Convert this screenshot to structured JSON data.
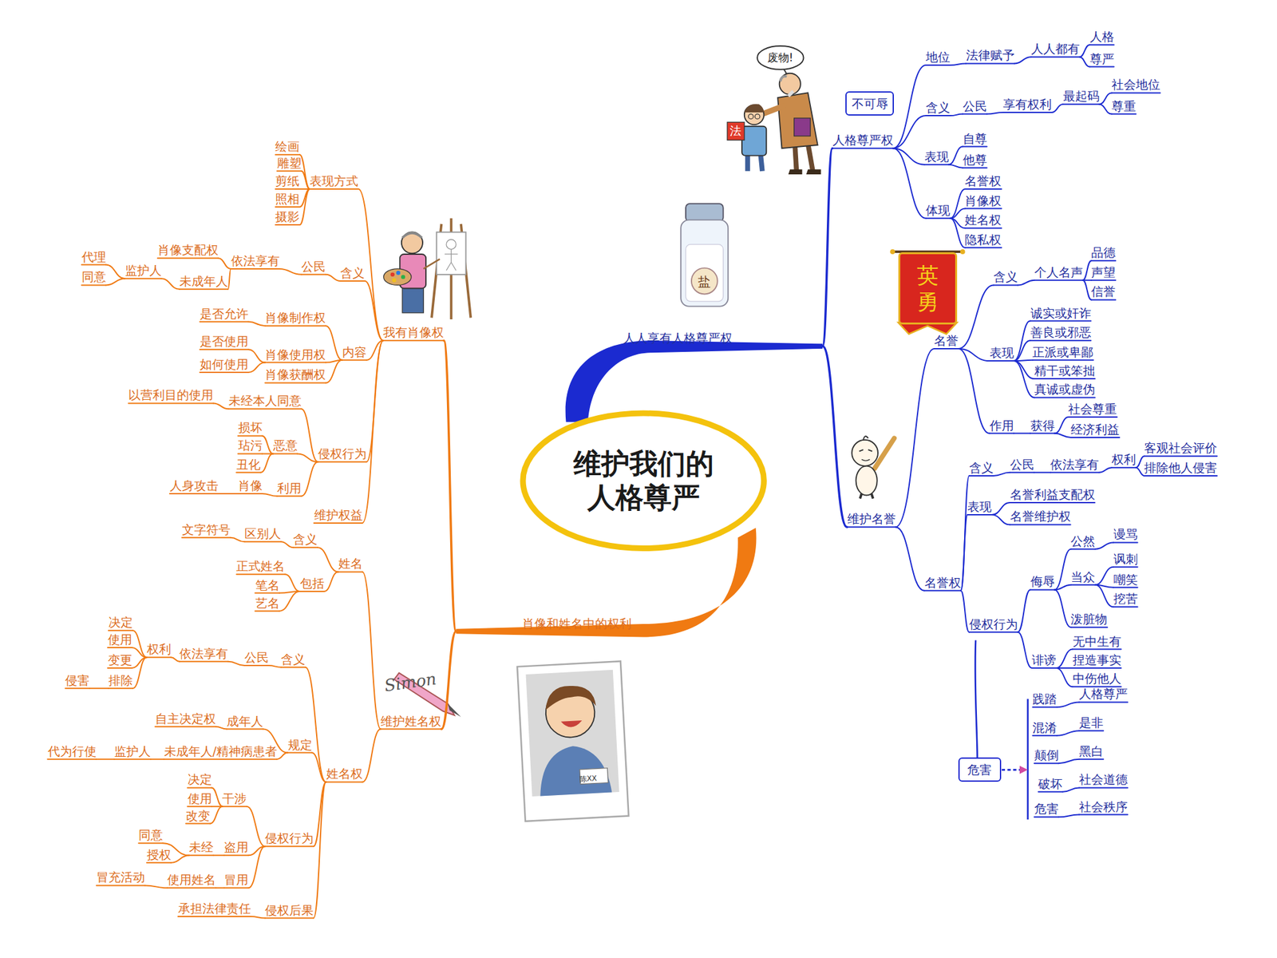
{
  "diagram": {
    "nodes": [
      {
        "text": [
          "维护我们的 人格尊严"
        ]
      },
      {
        "text": [
          "废物!"
        ]
      },
      {
        "text": [
          "不可辱"
        ]
      },
      {
        "text": [
          "英勇"
        ]
      },
      {
        "text": [
          "危害"
        ]
      }
    ],
    "labels": [
      "人人享有人格尊严权",
      "人格尊严权",
      "地位",
      "法律赋予",
      "人人都有",
      "人格",
      "尊严",
      "含义",
      "公民",
      "享有权利",
      "最起码",
      "社会地位",
      "尊重",
      "表现",
      "自尊",
      "他尊",
      "体现",
      "名誉权",
      "肖像权",
      "姓名权",
      "隐私权",
      "维护名誉",
      "名誉",
      "含义",
      "个人名声",
      "品德",
      "声望",
      "信誉",
      "表现",
      "诚实或奸诈",
      "善良或邪恶",
      "正派或卑鄙",
      "精干或笨拙",
      "真诚或虚伪",
      "作用",
      "获得",
      "社会尊重",
      "经济利益",
      "名誉权",
      "含义",
      "公民",
      "依法享有",
      "权利",
      "客观社会评价",
      "排除他人侵害",
      "表现",
      "名誉利益支配权",
      "名誉维护权",
      "侵权行为",
      "侮辱",
      "公然",
      "谩骂",
      "当众",
      "讽刺",
      "嘲笑",
      "挖苦",
      "泼脏物",
      "诽谤",
      "无中生有",
      "捏造事实",
      "中伤他人",
      "践踏",
      "人格尊严",
      "混淆",
      "是非",
      "颠倒",
      "黑白",
      "破坏",
      "社会道德",
      "危害",
      "社会秩序",
      "肖像和姓名中的权利",
      "我有肖像权",
      "表现方式",
      "绘画",
      "雕塑",
      "剪纸",
      "照相",
      "摄影",
      "含义",
      "公民",
      "依法享有",
      "肖像支配权",
      "未成年人",
      "监护人",
      "代理",
      "同意",
      "内容",
      "肖像制作权",
      "是否允许",
      "肖像使用权",
      "是否使用",
      "如何使用",
      "肖像获酬权",
      "侵权行为",
      "未经本人同意",
      "以营利目的使用",
      "恶意",
      "损坏",
      "玷污",
      "丑化",
      "利用",
      "肖像",
      "人身攻击",
      "维护权益",
      "维护姓名权",
      "姓名",
      "含义",
      "区别人",
      "文字符号",
      "包括",
      "正式姓名",
      "笔名",
      "艺名",
      "姓名权",
      "含义",
      "公民",
      "依法享有",
      "权利",
      "决定",
      "使用",
      "变更",
      "排除",
      "侵害",
      "规定",
      "成年人",
      "自主决定权",
      "未成年人/精神病患者",
      "监护人",
      "代为行使",
      "侵权行为",
      "干涉",
      "决定",
      "使用",
      "改变",
      "盗用",
      "未经",
      "同意",
      "授权",
      "冒用",
      "使用姓名",
      "冒充活动",
      "侵权后果",
      "承担法律责任",
      "法",
      "盐",
      "Simon",
      "陈XX"
    ]
  }
}
